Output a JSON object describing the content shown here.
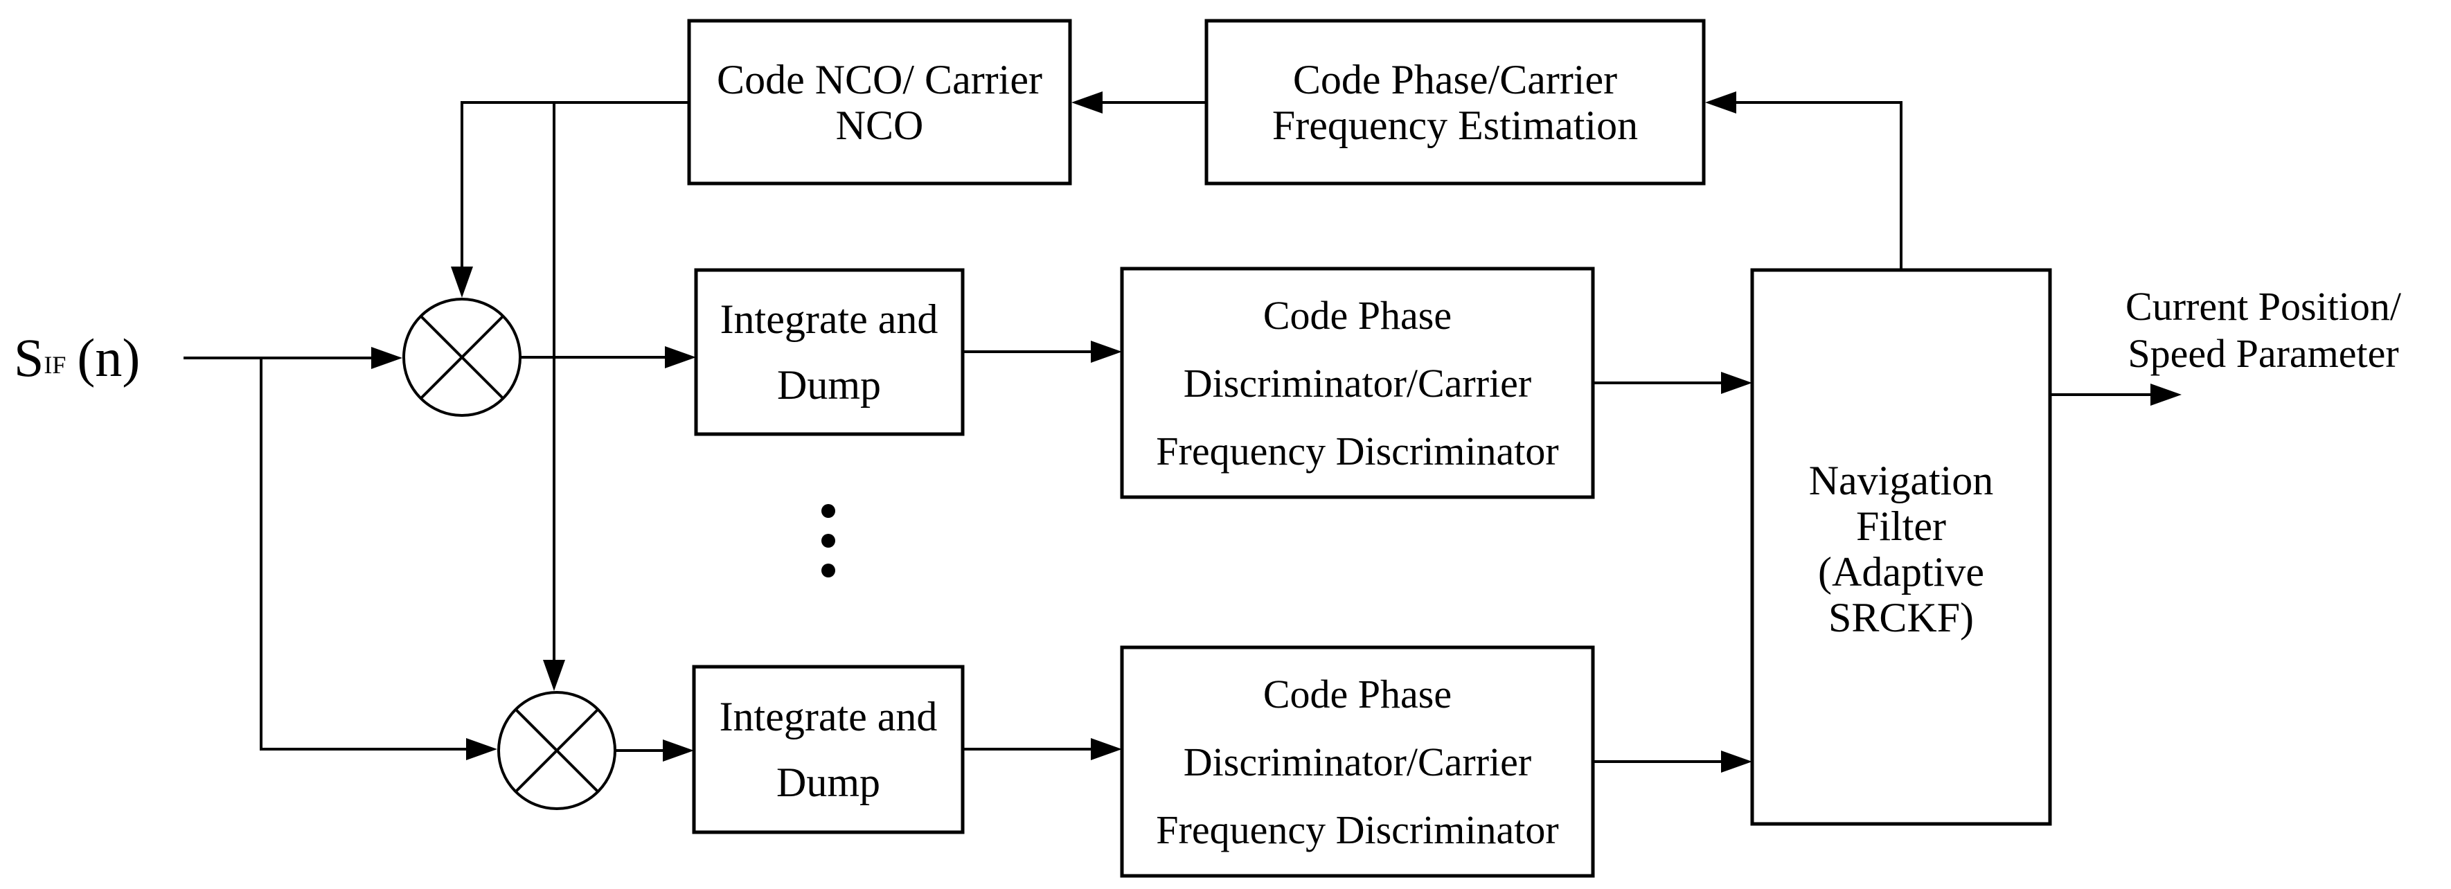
{
  "colors": {
    "ink": "#000000",
    "background": "#ffffff"
  },
  "signal": {
    "base": "S",
    "subscript": "IF",
    "suffix": "(n)"
  },
  "blocks": {
    "code_nco": {
      "line1": "Code NCO/ Carrier",
      "line2": "NCO"
    },
    "estimation": {
      "line1": "Code Phase/Carrier",
      "line2": "Frequency Estimation"
    },
    "integrate_top": {
      "line1": "Integrate and",
      "line2": "Dump"
    },
    "integrate_bottom": {
      "line1": "Integrate and",
      "line2": "Dump"
    },
    "discriminator_top": {
      "line1": "Code Phase",
      "line2": "Discriminator/Carrier",
      "line3": "Frequency Discriminator"
    },
    "discriminator_bottom": {
      "line1": "Code Phase",
      "line2": "Discriminator/Carrier",
      "line3": "Frequency Discriminator"
    },
    "nav_filter": {
      "line1": "Navigation",
      "line2": "Filter",
      "line3": "(Adaptive",
      "line4": "SRCKF)"
    }
  },
  "output": {
    "line1": "Current Position/",
    "line2": "Speed Parameter"
  }
}
